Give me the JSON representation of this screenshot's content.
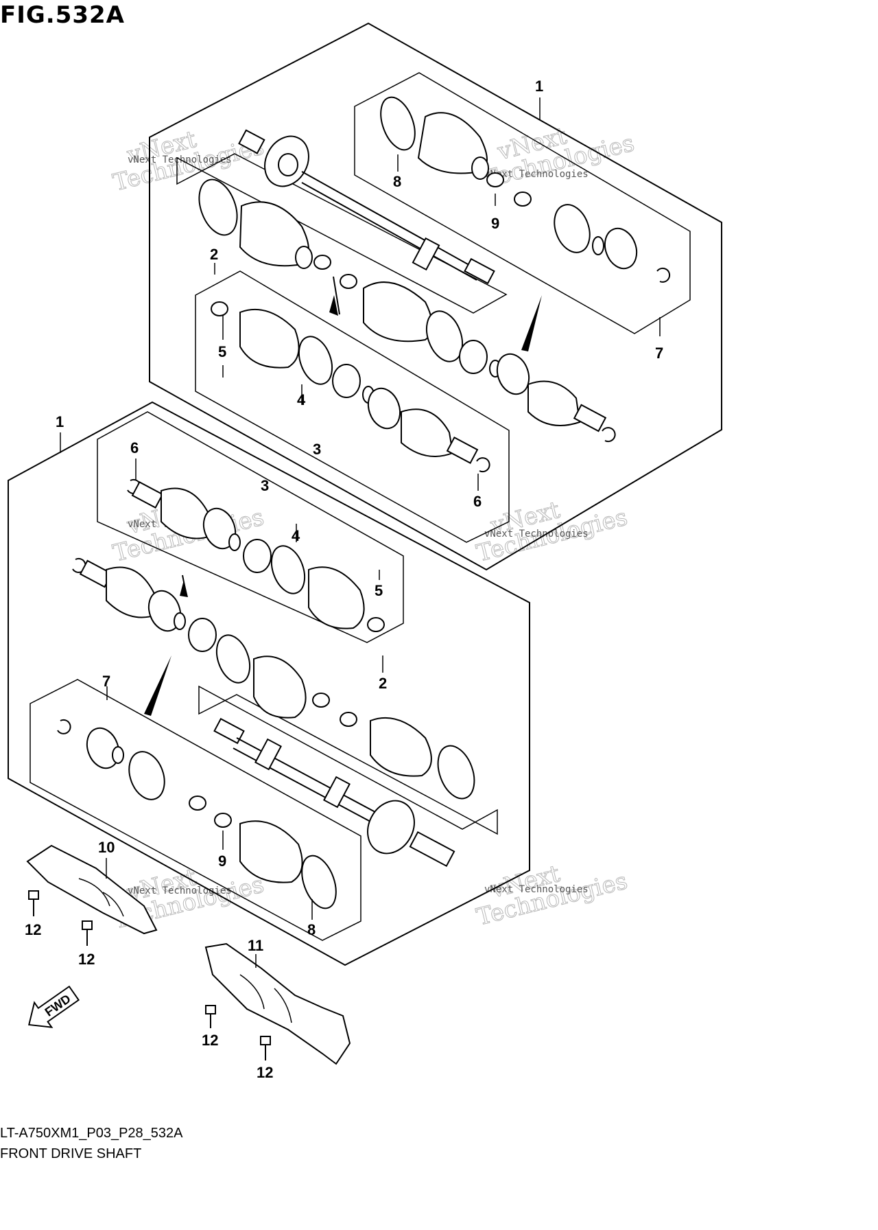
{
  "figure": {
    "title": "FIG.532A",
    "code": "LT-A750XM1_P03_P28_532A",
    "name": "FRONT DRIVE SHAFT"
  },
  "watermark": {
    "small": "vNext Technologies",
    "large_top": "vNext",
    "large_bottom": "Technologies"
  },
  "callouts": {
    "upper_1": "1",
    "upper_2": "2",
    "upper_3": "3",
    "upper_4": "4",
    "upper_5": "5",
    "upper_6": "6",
    "upper_7": "7",
    "upper_8": "8",
    "upper_9": "9",
    "lower_1": "1",
    "lower_2": "2",
    "lower_3": "3",
    "lower_4": "4",
    "lower_5": "5",
    "lower_6": "6",
    "lower_7": "7",
    "lower_8": "8",
    "lower_9": "9",
    "guard_10": "10",
    "guard_11": "11",
    "bolt_a": "12",
    "bolt_b": "12",
    "bolt_c": "12",
    "bolt_d": "12"
  },
  "fwd_arrow": {
    "label": "FWD"
  }
}
